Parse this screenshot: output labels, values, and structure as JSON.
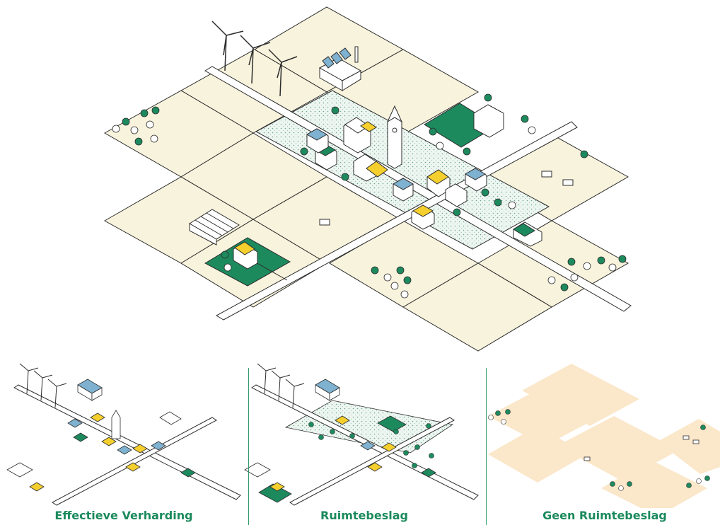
{
  "colors": {
    "field": "#f8f3dd",
    "field_stroke": "#2c2c2c",
    "green": "#1d8a5e",
    "yellow": "#f5cf2e",
    "blue": "#7fb2d0",
    "road": "#ffffff",
    "dots": "#d6ebe2",
    "peach": "#fbe7c9",
    "caption": "#1b8a5c"
  },
  "icons": [
    "wind-turbine-icon",
    "factory-icon",
    "church-tower-icon",
    "house-icon",
    "tree-icon",
    "cow-icon",
    "greenhouse-icon",
    "farm-icon"
  ],
  "captions": {
    "effective_paving": "Effectieve Verharding",
    "land_take": "Ruimtebeslag",
    "no_land_take": "Geen Ruimtebeslag"
  }
}
